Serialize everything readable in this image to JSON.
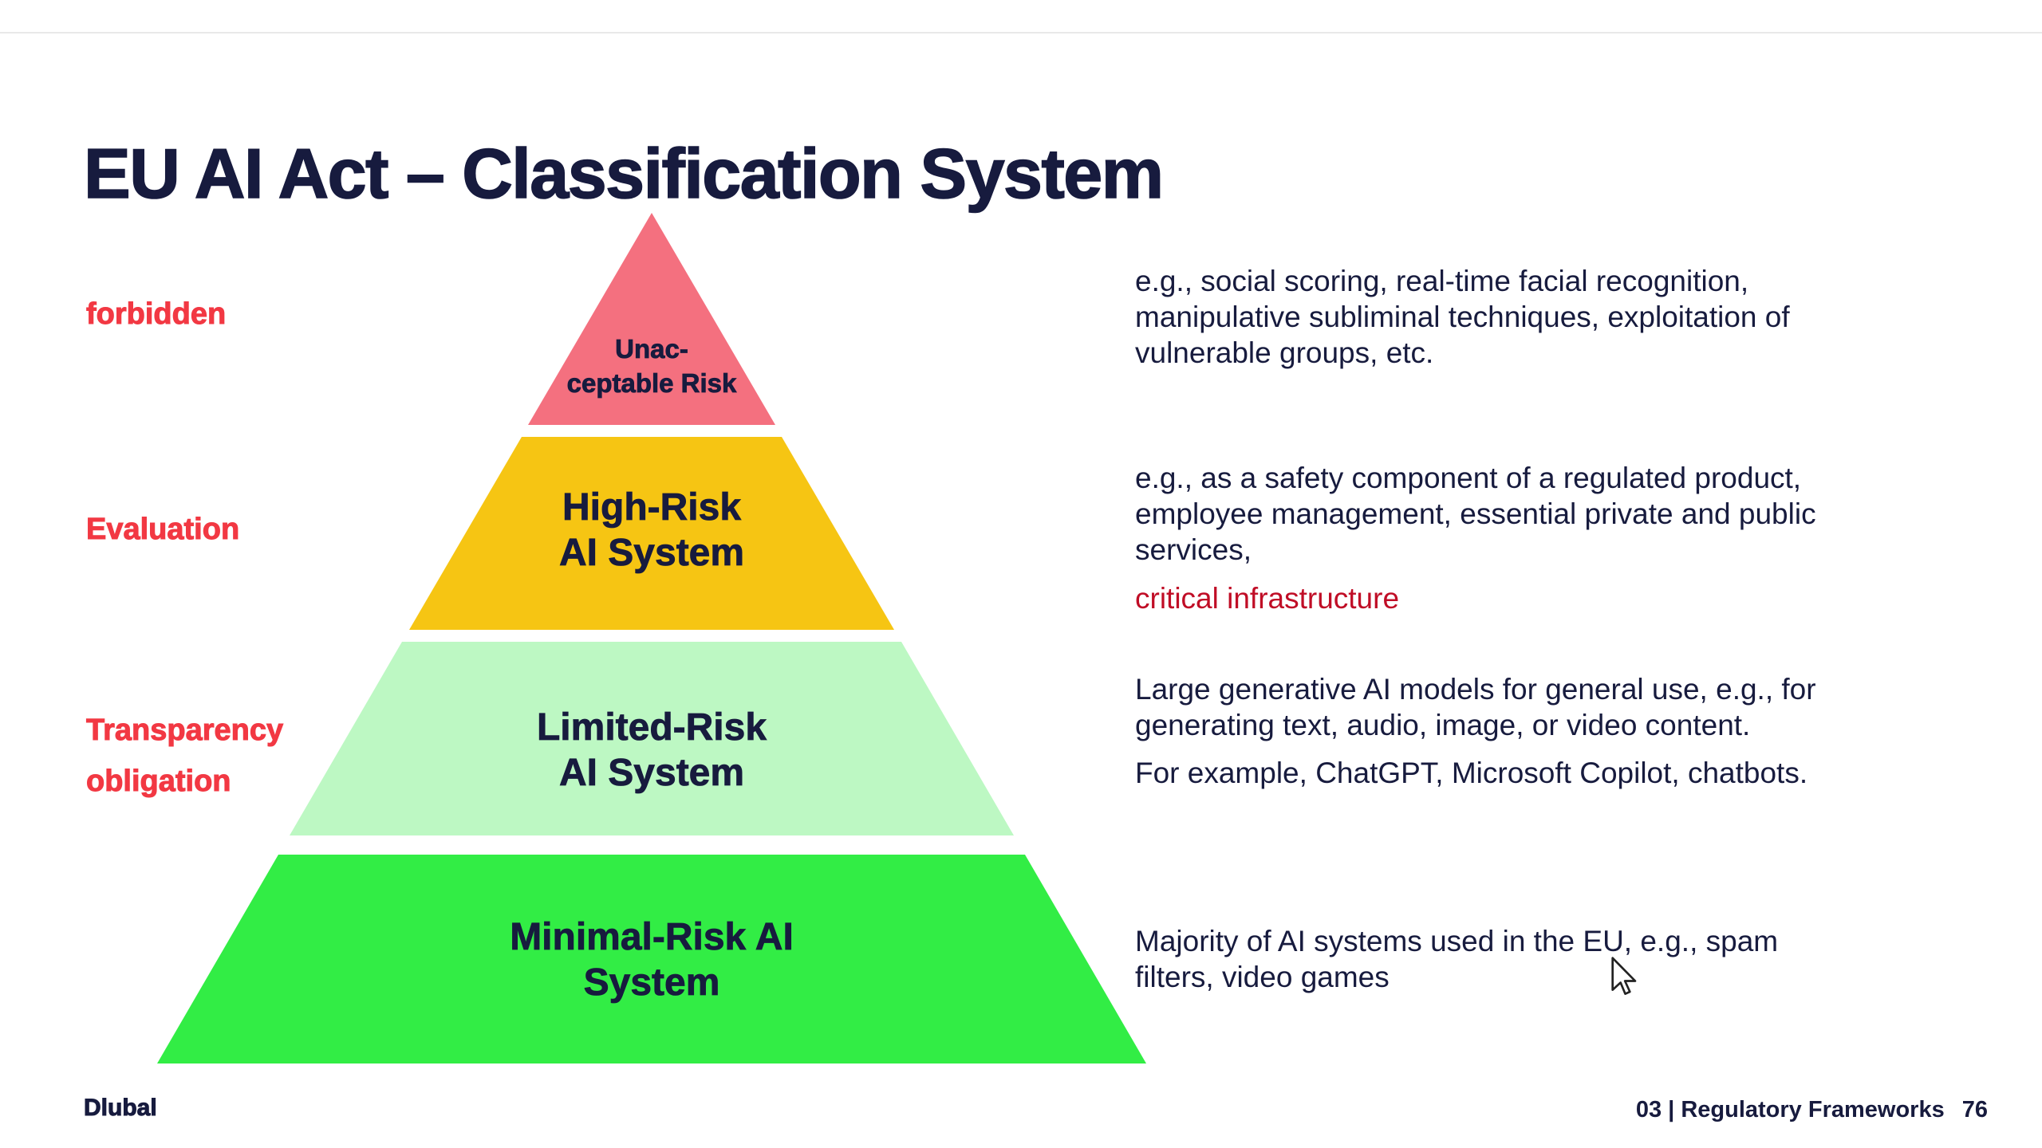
{
  "slide": {
    "title": "EU AI Act – Classification System",
    "footer": {
      "brand": "Dlubal",
      "section": "03 | Regulatory Frameworks",
      "page_number": "76"
    }
  },
  "colors": {
    "background": "#FFFFFF",
    "navy_text": "#171B3E",
    "label_red": "#F23843",
    "highlight_red": "#C00D26",
    "tier_unacceptable": "#F4707F",
    "tier_high_risk": "#F6C513",
    "tier_limited_risk": "#BDF8C3",
    "tier_minimal_risk": "#32ED45"
  },
  "left_labels": {
    "forbidden": "forbidden",
    "evaluation": "Evaluation",
    "transparency_line1": "Transparency",
    "transparency_line2": "obligation"
  },
  "pyramid": {
    "tiers": [
      {
        "name": "Unacceptable Risk",
        "lines": [
          "Unac-",
          "ceptable Risk"
        ],
        "color": "#F4707F"
      },
      {
        "name": "High-Risk AI System",
        "lines": [
          "High-Risk",
          "AI System"
        ],
        "color": "#F6C513"
      },
      {
        "name": "Limited-Risk AI System",
        "lines": [
          "Limited-Risk",
          "AI System"
        ],
        "color": "#BDF8C3"
      },
      {
        "name": "Minimal-Risk AI System",
        "lines": [
          "Minimal-Risk AI",
          "System"
        ],
        "color": "#32ED45"
      }
    ]
  },
  "annotations": [
    {
      "lines": [
        "e.g., social scoring, real-time facial recognition,",
        "manipulative subliminal techniques, exploitation of",
        "vulnerable groups, etc."
      ]
    },
    {
      "lines": [
        "e.g., as a safety component of a regulated product,",
        "employee management, essential private and public",
        "services,"
      ],
      "highlight": "critical infrastructure"
    },
    {
      "lines": [
        "Large generative AI models for general use, e.g., for",
        "generating text, audio, image, or video content."
      ],
      "extra": "For example, ChatGPT, Microsoft Copilot, chatbots."
    },
    {
      "lines": [
        "Majority of AI systems used in the EU, e.g., spam",
        "filters, video games"
      ]
    }
  ]
}
